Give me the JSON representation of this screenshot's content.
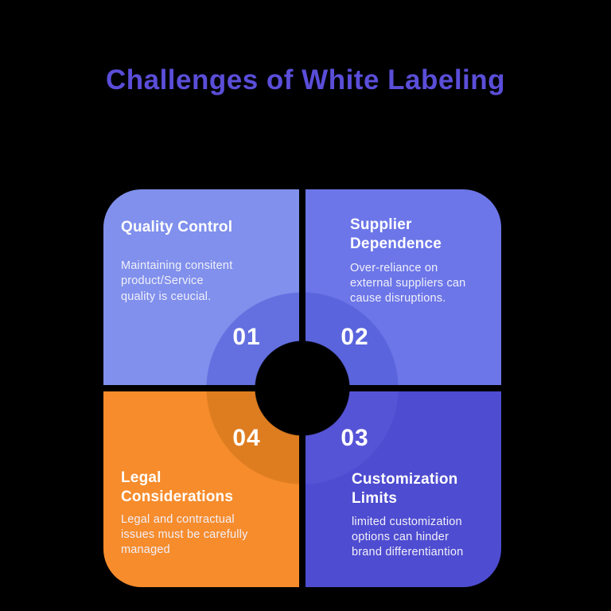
{
  "title": {
    "text": "Challenges of White Labeling",
    "color": "#5A4ED9"
  },
  "background_color": "#000000",
  "text_color": "#FFFFFF",
  "quadrants": [
    {
      "number": "01",
      "heading": "Quality Control",
      "body": "Maintaining consitent\nproduct/Service\nquality is ceucial.",
      "bg_color": "#8090EC",
      "ring_color": "#6470E0",
      "position": "top-left"
    },
    {
      "number": "02",
      "heading": "Supplier\nDependence",
      "body": "Over-reliance on\nexternal suppliers can\ncause disruptions.",
      "bg_color": "#6C76E8",
      "ring_color": "#5A64DC",
      "position": "top-right"
    },
    {
      "number": "04",
      "heading": "Legal\nConsiderations",
      "body": "Legal and contractual\nissues must be carefully\nmanaged",
      "bg_color": "#F68C2C",
      "ring_color": "#DE7D20",
      "position": "bottom-left"
    },
    {
      "number": "03",
      "heading": "Customization\nLimits",
      "body": "limited customization\noptions can hinder\nbrand differentiantion",
      "bg_color": "#4E4CD0",
      "ring_color": "#5654D6",
      "position": "bottom-right"
    }
  ]
}
